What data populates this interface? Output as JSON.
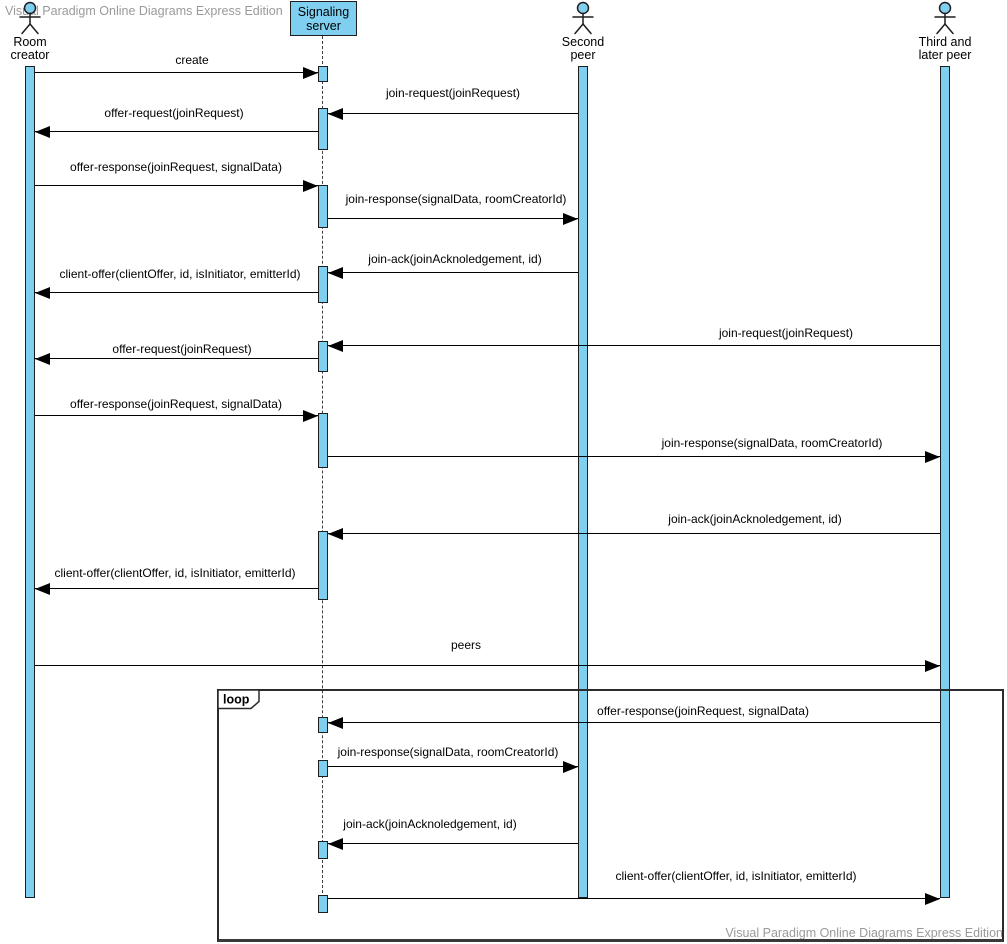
{
  "watermarks": {
    "top": "Visual Paradigm Online Diagrams Express Edition",
    "bottom": "Visual Paradigm Online Diagrams Express Edition"
  },
  "colors": {
    "shape_fill": "#7FD0F0",
    "shape_stroke": "#1E1E1E",
    "message_line": "#000000",
    "watermark": "#9A9A9A"
  },
  "lifelines": [
    {
      "id": "room-creator",
      "name": "Room\ncreator",
      "kind": "actor"
    },
    {
      "id": "signaling-server",
      "name": "Signaling\nserver",
      "kind": "object"
    },
    {
      "id": "second-peer",
      "name": "Second\npeer",
      "kind": "actor"
    },
    {
      "id": "third-later-peer",
      "name": "Third and\nlater peer",
      "kind": "actor"
    }
  ],
  "fragment": {
    "operator": "loop"
  },
  "messages": [
    {
      "label": "create",
      "from": "room-creator",
      "to": "signaling-server"
    },
    {
      "label": "join-request(joinRequest)",
      "from": "second-peer",
      "to": "signaling-server"
    },
    {
      "label": "offer-request(joinRequest)",
      "from": "signaling-server",
      "to": "room-creator"
    },
    {
      "label": "offer-response(joinRequest, signalData)",
      "from": "room-creator",
      "to": "signaling-server"
    },
    {
      "label": "join-response(signalData, roomCreatorId)",
      "from": "signaling-server",
      "to": "second-peer"
    },
    {
      "label": "join-ack(joinAcknoledgement, id)",
      "from": "second-peer",
      "to": "signaling-server"
    },
    {
      "label": "client-offer(clientOffer, id, isInitiator, emitterId)",
      "from": "signaling-server",
      "to": "room-creator"
    },
    {
      "label": "join-request(joinRequest)",
      "from": "third-later-peer",
      "to": "signaling-server"
    },
    {
      "label": "offer-request(joinRequest)",
      "from": "signaling-server",
      "to": "room-creator"
    },
    {
      "label": "offer-response(joinRequest, signalData)",
      "from": "room-creator",
      "to": "signaling-server"
    },
    {
      "label": "join-response(signalData, roomCreatorId)",
      "from": "signaling-server",
      "to": "third-later-peer"
    },
    {
      "label": "join-ack(joinAcknoledgement, id)",
      "from": "third-later-peer",
      "to": "signaling-server"
    },
    {
      "label": "client-offer(clientOffer, id, isInitiator, emitterId)",
      "from": "signaling-server",
      "to": "room-creator"
    },
    {
      "label": "peers",
      "from": "room-creator",
      "to": "third-later-peer"
    },
    {
      "label": "offer-response(joinRequest, signalData)",
      "from": "third-later-peer",
      "to": "signaling-server",
      "in_fragment": true
    },
    {
      "label": "join-response(signalData, roomCreatorId)",
      "from": "signaling-server",
      "to": "second-peer",
      "in_fragment": true
    },
    {
      "label": "join-ack(joinAcknoledgement, id)",
      "from": "second-peer",
      "to": "signaling-server",
      "in_fragment": true
    },
    {
      "label": "client-offer(clientOffer, id, isInitiator, emitterId)",
      "from": "signaling-server",
      "to": "third-later-peer",
      "in_fragment": true
    }
  ]
}
